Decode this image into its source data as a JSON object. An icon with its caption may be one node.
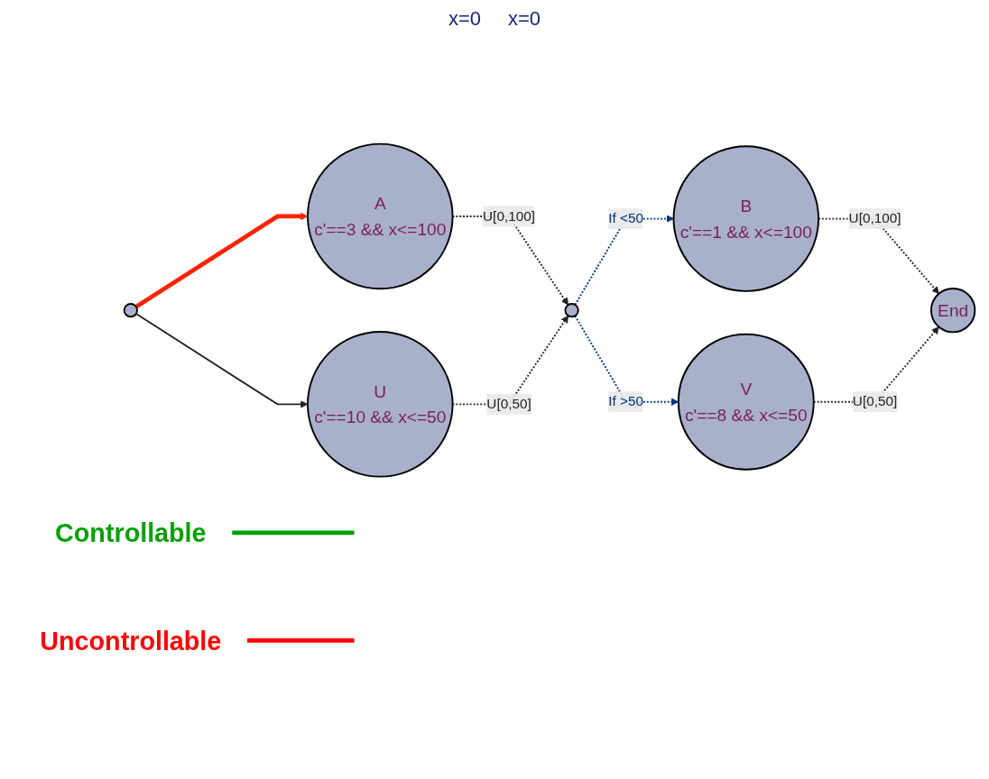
{
  "diagram": {
    "nodes": [
      {
        "text": [
          "Controllable"
        ]
      },
      {
        "text": [],
        "shape": "circle"
      },
      {
        "text": [
          "A",
          "c'==3 && x<=100"
        ]
      },
      {
        "text": [
          "U",
          "c'==10 && x<=50"
        ]
      },
      {
        "text": [],
        "shape": "circle"
      },
      {
        "text": [
          "B",
          "c'==1 && x<=100"
        ]
      },
      {
        "text": [
          "V",
          "c'==8 && x<=50"
        ]
      },
      {
        "text": [
          "End"
        ]
      },
      {
        "text": [
          "Uncontrollable"
        ]
      }
    ],
    "edges": [
      {
        "from": 1,
        "to": 2,
        "arrow": "to",
        "style": "thick",
        "color": "#ff2200"
      },
      {
        "from": 1,
        "to": 3,
        "arrow": "to"
      },
      {
        "from": 2,
        "to": 4,
        "arrow": "to",
        "style": "dashed",
        "label": "U[0,100]"
      },
      {
        "from": 3,
        "to": 4,
        "arrow": "to",
        "style": "dashed",
        "label": "U[0,50]"
      },
      {
        "from": 4,
        "to": 5,
        "arrow": "to",
        "style": "dashed",
        "color": "#003380",
        "label": "If <50"
      },
      {
        "from": 4,
        "to": 6,
        "arrow": "to",
        "style": "dashed",
        "color": "#003380",
        "label": "If >50"
      },
      {
        "from": 5,
        "to": 7,
        "arrow": "to",
        "style": "dashed",
        "label": "U[0,100]"
      },
      {
        "from": 6,
        "to": 7,
        "arrow": "to",
        "style": "dashed",
        "label": "U[0,50]"
      },
      {
        "from": 0,
        "to": null,
        "arrow": "none",
        "style": "thick",
        "color": "#00a000"
      },
      {
        "from": 8,
        "to": null,
        "arrow": "none",
        "style": "thick",
        "color": "#ff0000"
      }
    ],
    "labels": [
      "x=0",
      "x=0"
    ]
  }
}
